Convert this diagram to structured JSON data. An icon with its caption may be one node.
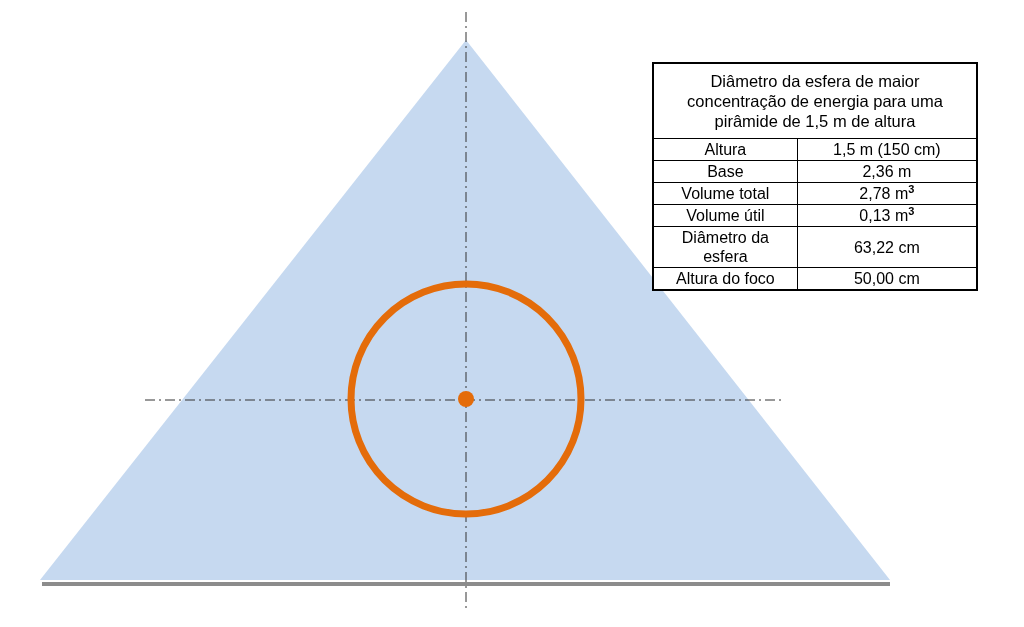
{
  "diagram": {
    "labels": [
      "Diâmetro da esfera de maior concentração de energia para uma pirâmide de 1,5 m de altura",
      "Altura",
      "1,5 m (150 cm)",
      "Base",
      "2,36 m",
      "Volume total",
      "2,78 m$^{3}$",
      "Volume útil",
      "0,13 m$^{3}$",
      "Diâmetro da esfera",
      "63,22 cm",
      "Altura do foco",
      "50,00 cm"
    ]
  }
}
